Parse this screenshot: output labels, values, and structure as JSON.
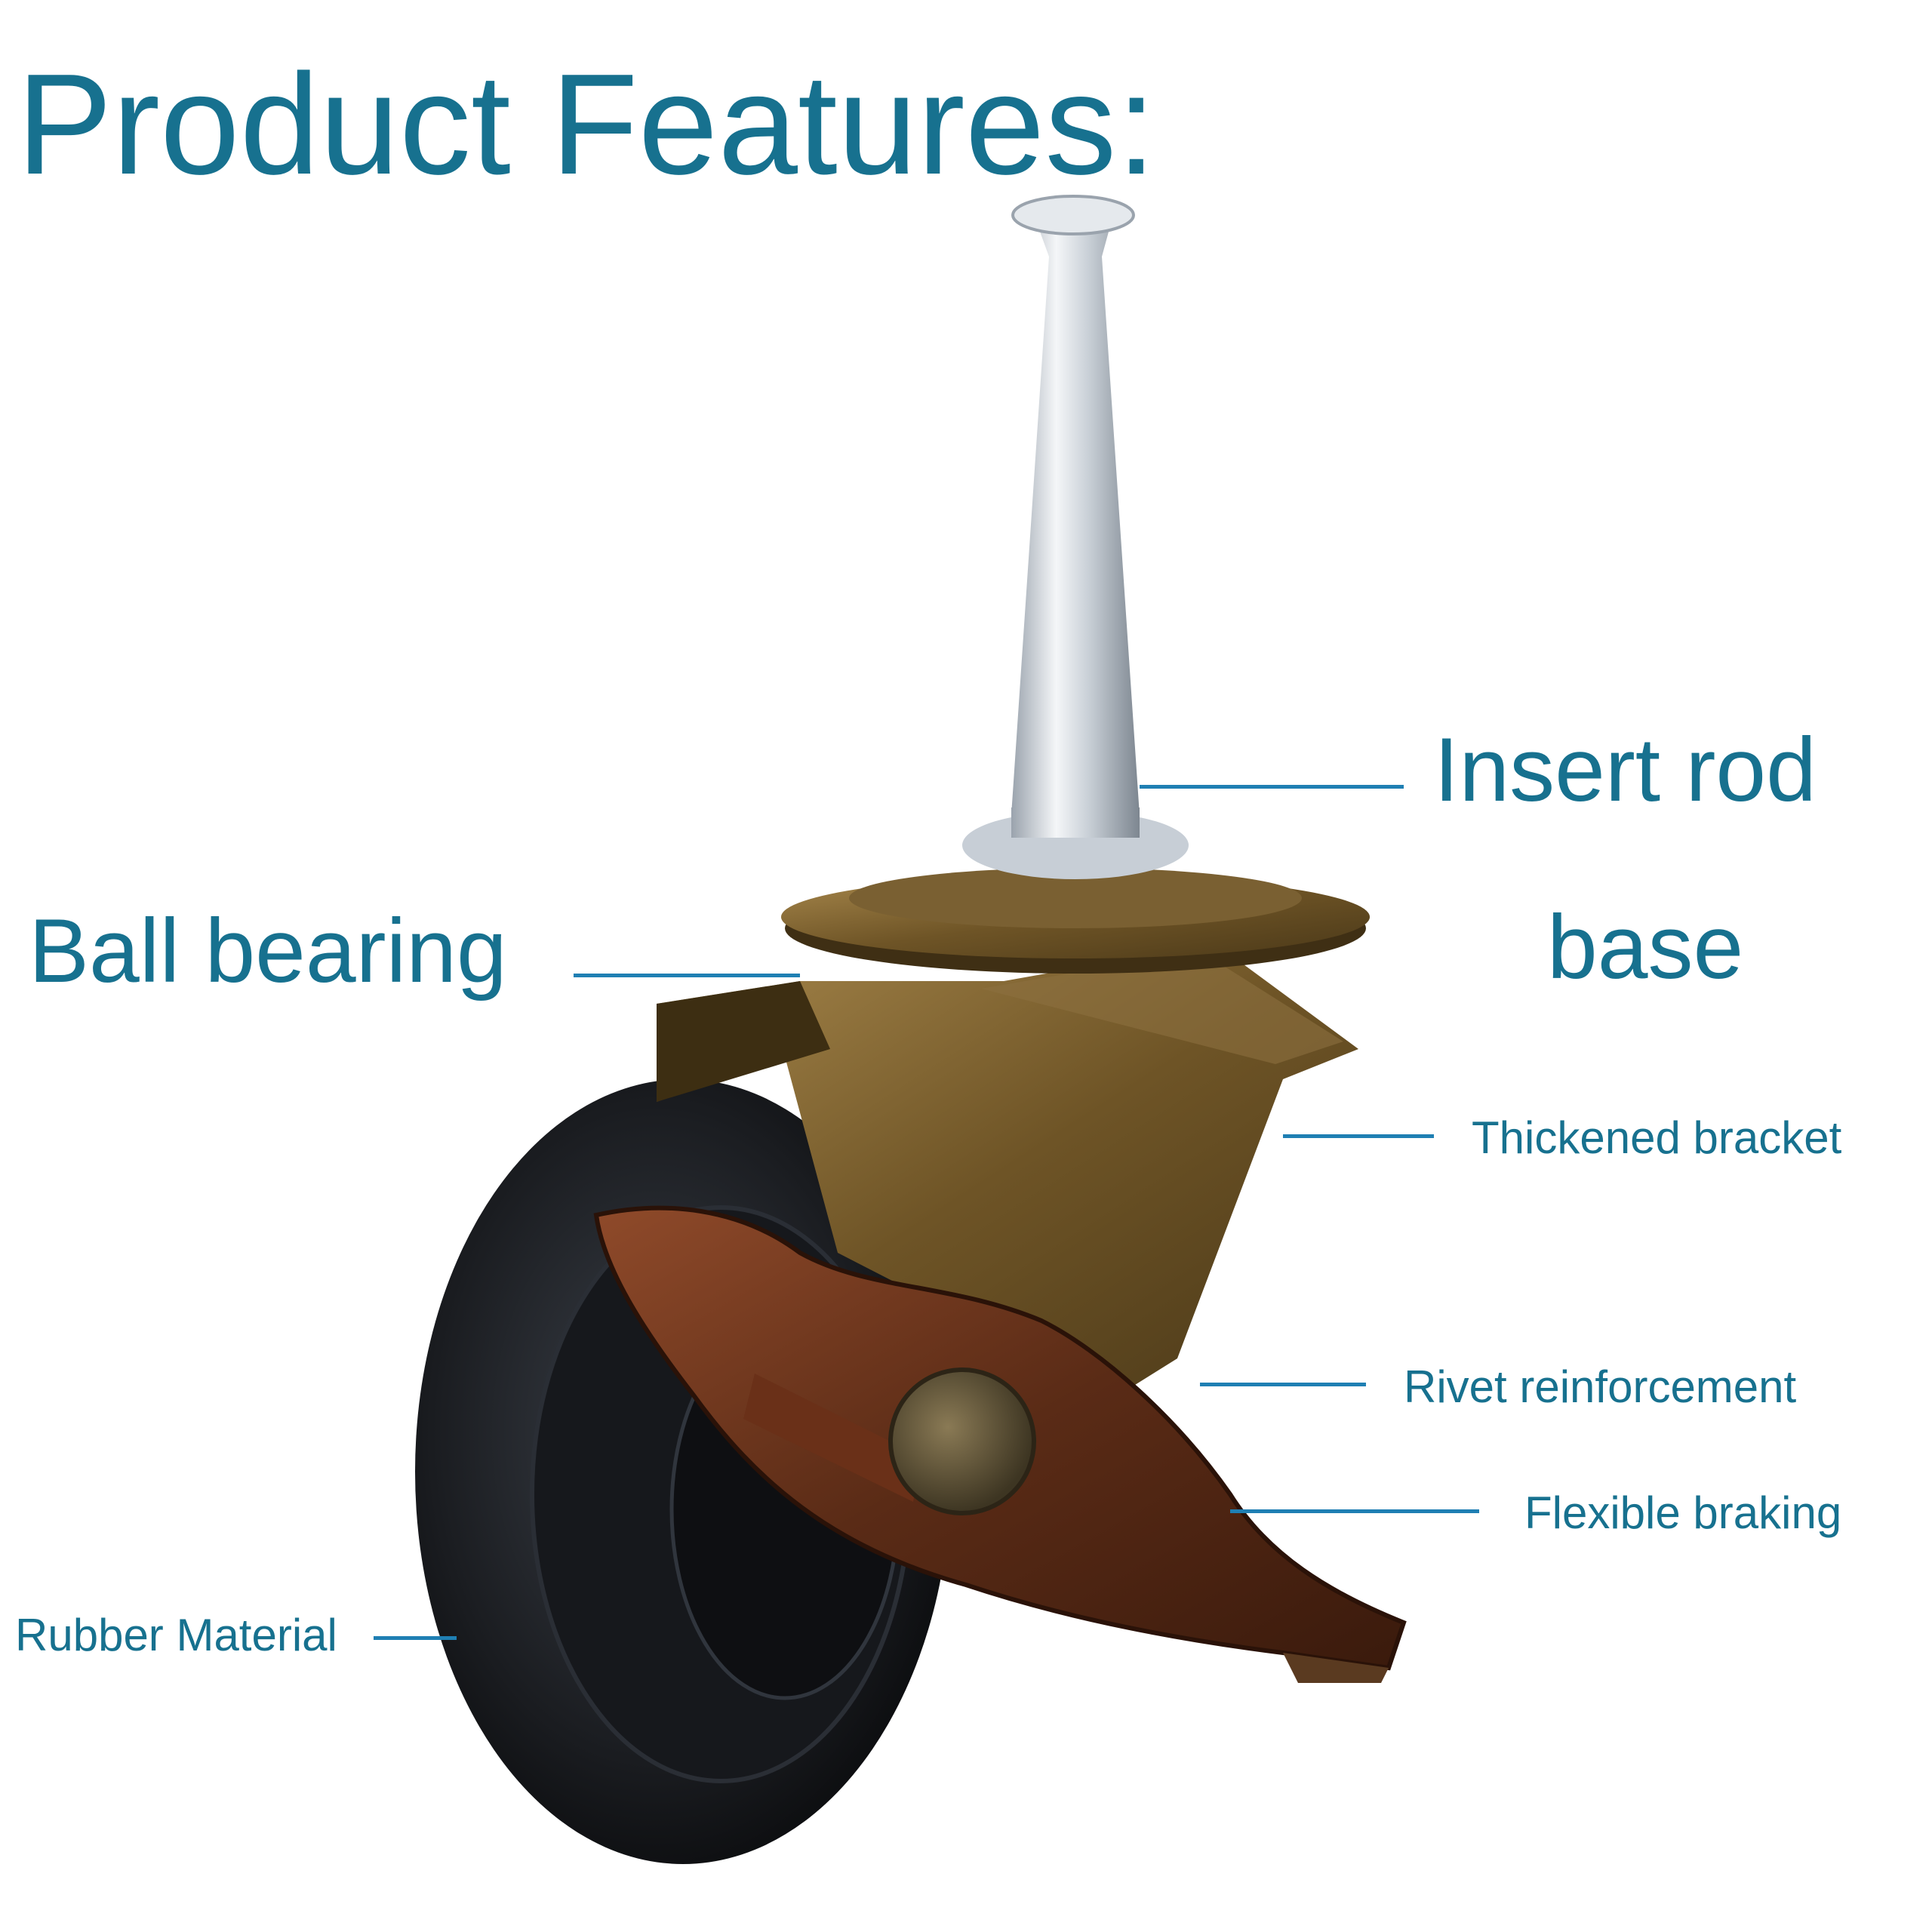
{
  "title": "Product Features:",
  "labels": {
    "insert_line1": "Insert rod",
    "insert_line2": "base",
    "ball_bearing": "Ball bearing",
    "thickened_bracket": "Thickened bracket",
    "rivet_reinforcement": "Rivet reinforcement",
    "flexible_braking": "Flexible braking",
    "rubber_material": "Rubber Material"
  },
  "colors": {
    "text": "#17718f",
    "leader": "#1f7fb3"
  },
  "image": {
    "subject": "antique bronze swivel caster wheel with brake"
  }
}
